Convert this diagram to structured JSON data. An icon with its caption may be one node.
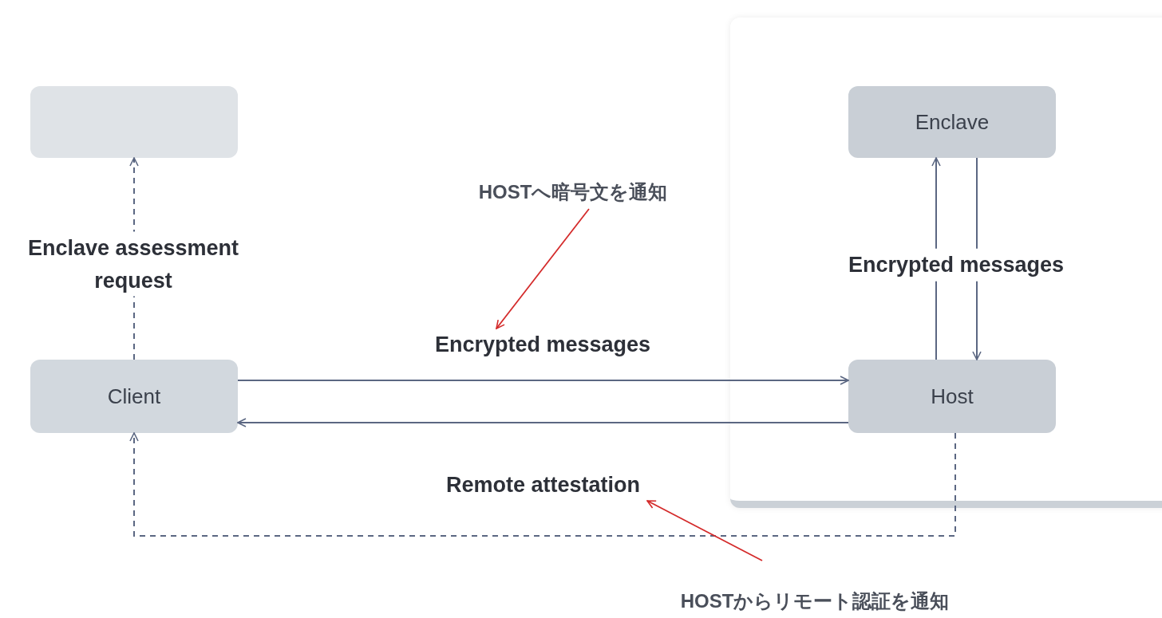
{
  "diagram": {
    "nodes": [
      {
        "text": [],
        "shape": "box"
      },
      {
        "text": [
          "Client"
        ]
      },
      {
        "text": [],
        "shape": "box"
      },
      {
        "text": [
          "Enclave"
        ],
        "in": 2
      },
      {
        "text": [
          "Host"
        ],
        "in": 2
      },
      {
        "text": [
          "HOSTへ暗号文を通知"
        ]
      },
      {
        "text": [
          "HOSTからリモート認証を通知"
        ]
      },
      {
        "text": [
          "Encrypted messages"
        ]
      },
      {
        "text": [
          "Remote attestation"
        ]
      }
    ],
    "edges": [
      {
        "from": 1,
        "to": 0,
        "arrow": "to",
        "style": "dashed",
        "label": "Enclave assessment request"
      },
      {
        "from": 1,
        "to": 4,
        "arrow": "to"
      },
      {
        "from": 4,
        "to": 1,
        "arrow": "to"
      },
      {
        "from": 4,
        "to": 3,
        "arrow": "to",
        "label": "Encrypted messages"
      },
      {
        "from": 3,
        "to": 4,
        "arrow": "to"
      },
      {
        "from": 4,
        "to": 1,
        "arrow": "to",
        "style": "dashed"
      },
      {
        "from": 5,
        "to": 7,
        "arrow": "to",
        "color": "#d42a2a"
      },
      {
        "from": 6,
        "to": 8,
        "arrow": "to",
        "color": "#d42a2a"
      }
    ]
  }
}
